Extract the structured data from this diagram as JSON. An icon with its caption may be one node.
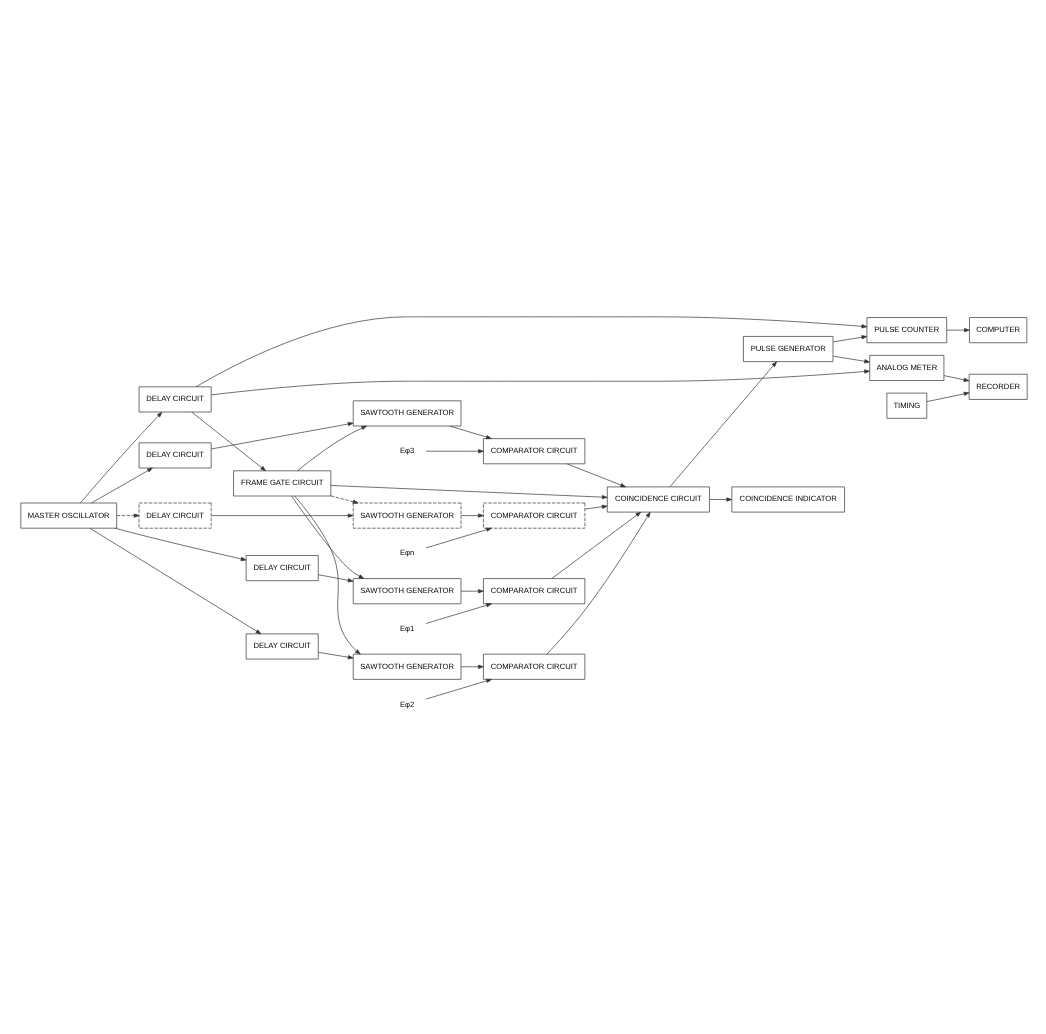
{
  "diagram": {
    "nodes": [
      {
        "text": [
          "MASTER OSCILLATOR"
        ]
      },
      {
        "text": [
          "DELAY CIRCUIT"
        ]
      },
      {
        "text": [
          "FRAME GATE CIRCUIT"
        ]
      },
      {
        "text": [
          "Eφ1"
        ]
      },
      {
        "text": [
          "DELAY CIRCUIT"
        ]
      },
      {
        "text": [
          "SAWTOOTH GENERATOR"
        ]
      },
      {
        "text": [
          "COMPARATOR CIRCUIT"
        ]
      },
      {
        "text": [
          "Eφ2"
        ]
      },
      {
        "text": [
          "DELAY CIRCUIT"
        ]
      },
      {
        "text": [
          "SAWTOOTH GENERATOR"
        ]
      },
      {
        "text": [
          "COMPARATOR CIRCUIT"
        ]
      },
      {
        "text": [
          "COINCIDENCE CIRCUIT"
        ]
      },
      {
        "text": [
          "Eφ3"
        ]
      },
      {
        "text": [
          "DELAY CIRCUIT"
        ]
      },
      {
        "text": [
          "SAWTOOTH GENERATOR"
        ]
      },
      {
        "text": [
          "COMPARATOR CIRCUIT"
        ]
      },
      {
        "text": [
          "Eφn"
        ]
      },
      {
        "text": [
          "DELAY CIRCUIT"
        ]
      },
      {
        "text": [
          "SAWTOOTH GENERATOR"
        ]
      },
      {
        "text": [
          "COMPARATOR CIRCUIT"
        ]
      },
      {
        "text": [
          "PULSE GENERATOR"
        ]
      },
      {
        "text": [
          "PULSE COUNTER"
        ]
      },
      {
        "text": [
          "COMPUTER"
        ]
      },
      {
        "text": [
          "COINCIDENCE INDICATOR"
        ]
      },
      {
        "text": [
          "ANALOG METER"
        ]
      },
      {
        "text": [
          "RECORDER"
        ]
      },
      {
        "text": [
          "TIMING"
        ]
      }
    ],
    "edges": [
      {
        "from": 0,
        "to": 1,
        "arrow": "to"
      },
      {
        "from": 1,
        "to": 2,
        "arrow": "to"
      },
      {
        "from": 0,
        "to": 4,
        "arrow": "to"
      },
      {
        "from": 0,
        "to": 8,
        "arrow": "to"
      },
      {
        "from": 0,
        "to": 13,
        "arrow": "to"
      },
      {
        "from": 0,
        "to": 17,
        "arrow": "to",
        "style": "dashed"
      },
      {
        "from": 2,
        "to": 5,
        "arrow": "to"
      },
      {
        "from": 2,
        "to": 9,
        "arrow": "to"
      },
      {
        "from": 2,
        "to": 14,
        "arrow": "to"
      },
      {
        "from": 2,
        "to": 18,
        "arrow": "to",
        "style": "dashed"
      },
      {
        "from": 4,
        "to": 5,
        "arrow": "to"
      },
      {
        "from": 8,
        "to": 9,
        "arrow": "to"
      },
      {
        "from": 13,
        "to": 14,
        "arrow": "to"
      },
      {
        "from": 17,
        "to": 18,
        "arrow": "to"
      },
      {
        "from": 5,
        "to": 6,
        "arrow": "to"
      },
      {
        "from": 9,
        "to": 10,
        "arrow": "to"
      },
      {
        "from": 14,
        "to": 15,
        "arrow": "to"
      },
      {
        "from": 18,
        "to": 19,
        "arrow": "to"
      },
      {
        "from": 3,
        "to": 6,
        "arrow": "to"
      },
      {
        "from": 7,
        "to": 10,
        "arrow": "to"
      },
      {
        "from": 12,
        "to": 15,
        "arrow": "to"
      },
      {
        "from": 16,
        "to": 19,
        "arrow": "to"
      },
      {
        "from": 2,
        "to": 11,
        "arrow": "to"
      },
      {
        "from": 6,
        "to": 11,
        "arrow": "to"
      },
      {
        "from": 10,
        "to": 11,
        "arrow": "to"
      },
      {
        "from": 15,
        "to": 11,
        "arrow": "to"
      },
      {
        "from": 19,
        "to": 11,
        "arrow": "to"
      },
      {
        "from": 11,
        "to": 20,
        "arrow": "to"
      },
      {
        "from": 11,
        "to": 23,
        "arrow": "to"
      },
      {
        "from": 20,
        "to": 21,
        "arrow": "to"
      },
      {
        "from": 21,
        "to": 22,
        "arrow": "to"
      },
      {
        "from": 20,
        "to": 24,
        "arrow": "to"
      },
      {
        "from": 1,
        "to": 21,
        "arrow": "to"
      },
      {
        "from": 1,
        "to": 24,
        "arrow": "to"
      },
      {
        "from": 24,
        "to": 25,
        "arrow": "to"
      },
      {
        "from": 26,
        "to": 25,
        "arrow": "to"
      }
    ]
  }
}
